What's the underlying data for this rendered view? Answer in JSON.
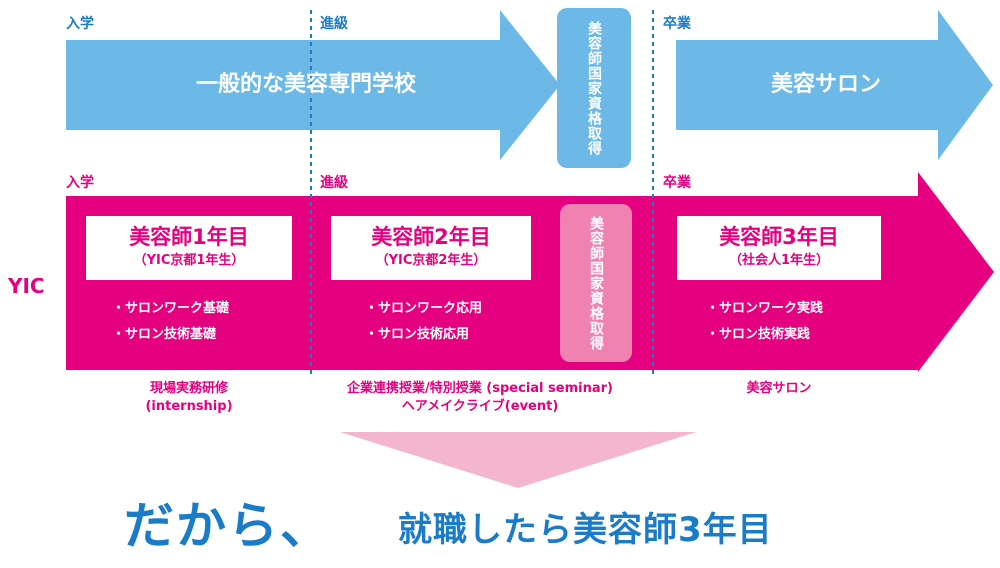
{
  "colors": {
    "blue_arrow": "#6cb8e6",
    "pink_arrow": "#e4007f",
    "blue_text": "#1a7cc7",
    "pink_light": "#f4b5cf",
    "pink_badge": "#ef82b1",
    "dashed": "#1a7cc7"
  },
  "top_row": {
    "stage_enter": "入学",
    "stage_promote": "進級",
    "stage_graduate": "卒業",
    "arrow1_label": "一般的な美容専門学校",
    "badge_label": "美容師国家資格取得",
    "arrow2_label": "美容サロン"
  },
  "yic_row": {
    "label": "YIC",
    "stage_enter": "入学",
    "stage_promote": "進級",
    "stage_graduate": "卒業",
    "badge_label": "美容師国家資格取得",
    "years": [
      {
        "title": "美容師1年目",
        "subtitle": "（YIC京都1年生）",
        "bullets": [
          "・サロンワーク基礎",
          "・サロン技術基礎"
        ],
        "caption_line1": "現場実務研修",
        "caption_line2": "(internship)"
      },
      {
        "title": "美容師2年目",
        "subtitle": "（YIC京都2年生）",
        "bullets": [
          "・サロンワーク応用",
          "・サロン技術応用"
        ],
        "caption_line1": "企業連携授業/特別授業 (special seminar)",
        "caption_line2": "ヘアメイクライブ(event)"
      },
      {
        "title": "美容師3年目",
        "subtitle": "（社会人1年生）",
        "bullets": [
          "・サロンワーク実践",
          "・サロン技術実践"
        ],
        "caption_line1": "美容サロン",
        "caption_line2": ""
      }
    ]
  },
  "bottom": {
    "big_text": "だから、",
    "small_text": "就職したら美容師3年目"
  }
}
